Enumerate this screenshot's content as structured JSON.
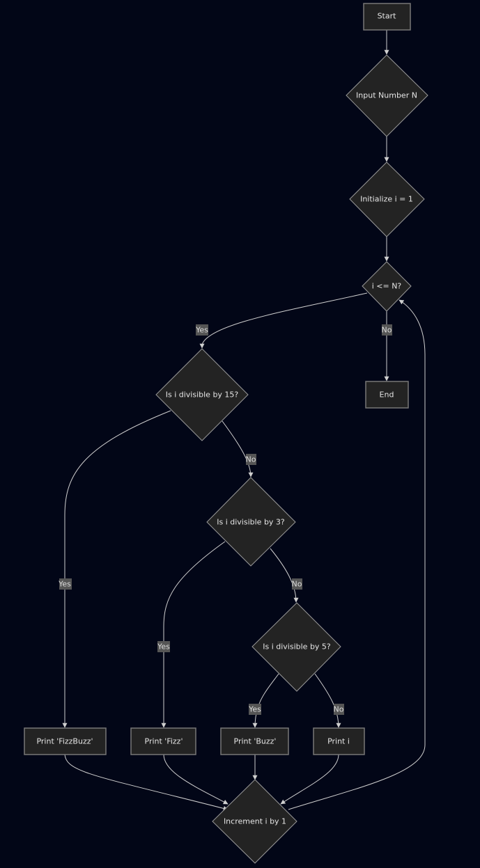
{
  "diagram": {
    "type": "flowchart",
    "colors": {
      "background": "#020617",
      "node_fill": "#232323",
      "node_border": "#777777",
      "edge": "#cfcfcf",
      "label_bg": "#555555",
      "text": "#e6e6e6"
    },
    "nodes": {
      "start": "Start",
      "input": "Input Number N",
      "init": "Initialize i = 1",
      "cond": "i <= N?",
      "end": "End",
      "div15": "Is i divisible by 15?",
      "div3": "Is i divisible by 3?",
      "div5": "Is i divisible by 5?",
      "fizzbuzz": "Print 'FizzBuzz'",
      "fizz": "Print 'Fizz'",
      "buzz": "Print 'Buzz'",
      "printi": "Print i",
      "increment": "Increment i by 1"
    },
    "edge_labels": {
      "cond_yes": "Yes",
      "cond_no": "No",
      "div15_yes": "Yes",
      "div15_no": "No",
      "div3_yes": "Yes",
      "div3_no": "No",
      "div5_yes": "Yes",
      "div5_no": "No"
    }
  }
}
